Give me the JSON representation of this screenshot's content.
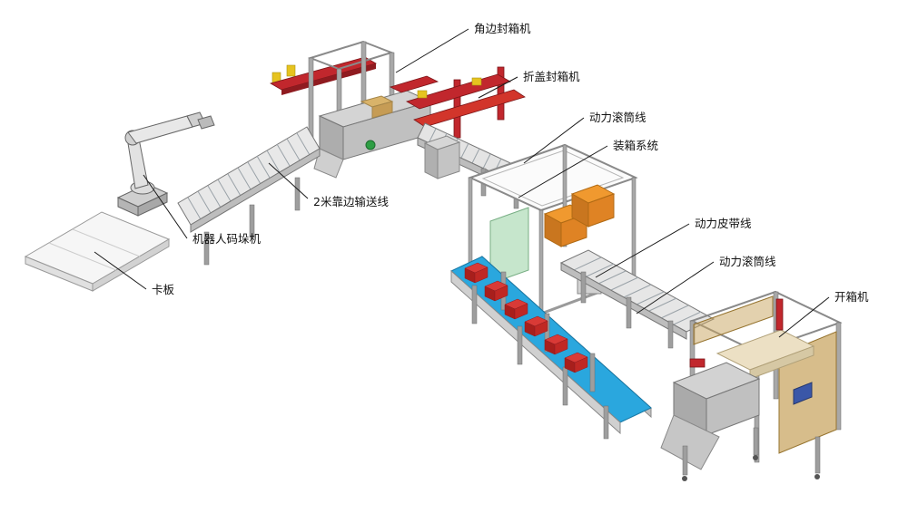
{
  "diagram": {
    "labels": [
      {
        "id": "corner-sealer",
        "text": "角边封箱机"
      },
      {
        "id": "flap-sealer",
        "text": "折盖封箱机"
      },
      {
        "id": "roller-line-1",
        "text": "动力滚筒线"
      },
      {
        "id": "packing-system",
        "text": "装箱系统"
      },
      {
        "id": "belt-line",
        "text": "动力皮带线"
      },
      {
        "id": "roller-line-2",
        "text": "动力滚筒线"
      },
      {
        "id": "case-erector",
        "text": "开箱机"
      },
      {
        "id": "infeed-line",
        "text": "2米靠边输送线"
      },
      {
        "id": "robot-palletizer",
        "text": "机器人码垛机"
      },
      {
        "id": "pallet",
        "text": "卡板"
      }
    ],
    "colors": {
      "background": "#ffffff",
      "machine_red": "#c1272d",
      "belt_blue": "#2aa7de",
      "box_red": "#d93a36",
      "box_orange": "#f0992f",
      "carton_tan": "#c8a35e",
      "frame_gray": "#b5b5b5",
      "accent_yellow": "#e6c31f",
      "accent_green": "#2e9e44",
      "panel_green": "#a8d8b0"
    }
  }
}
